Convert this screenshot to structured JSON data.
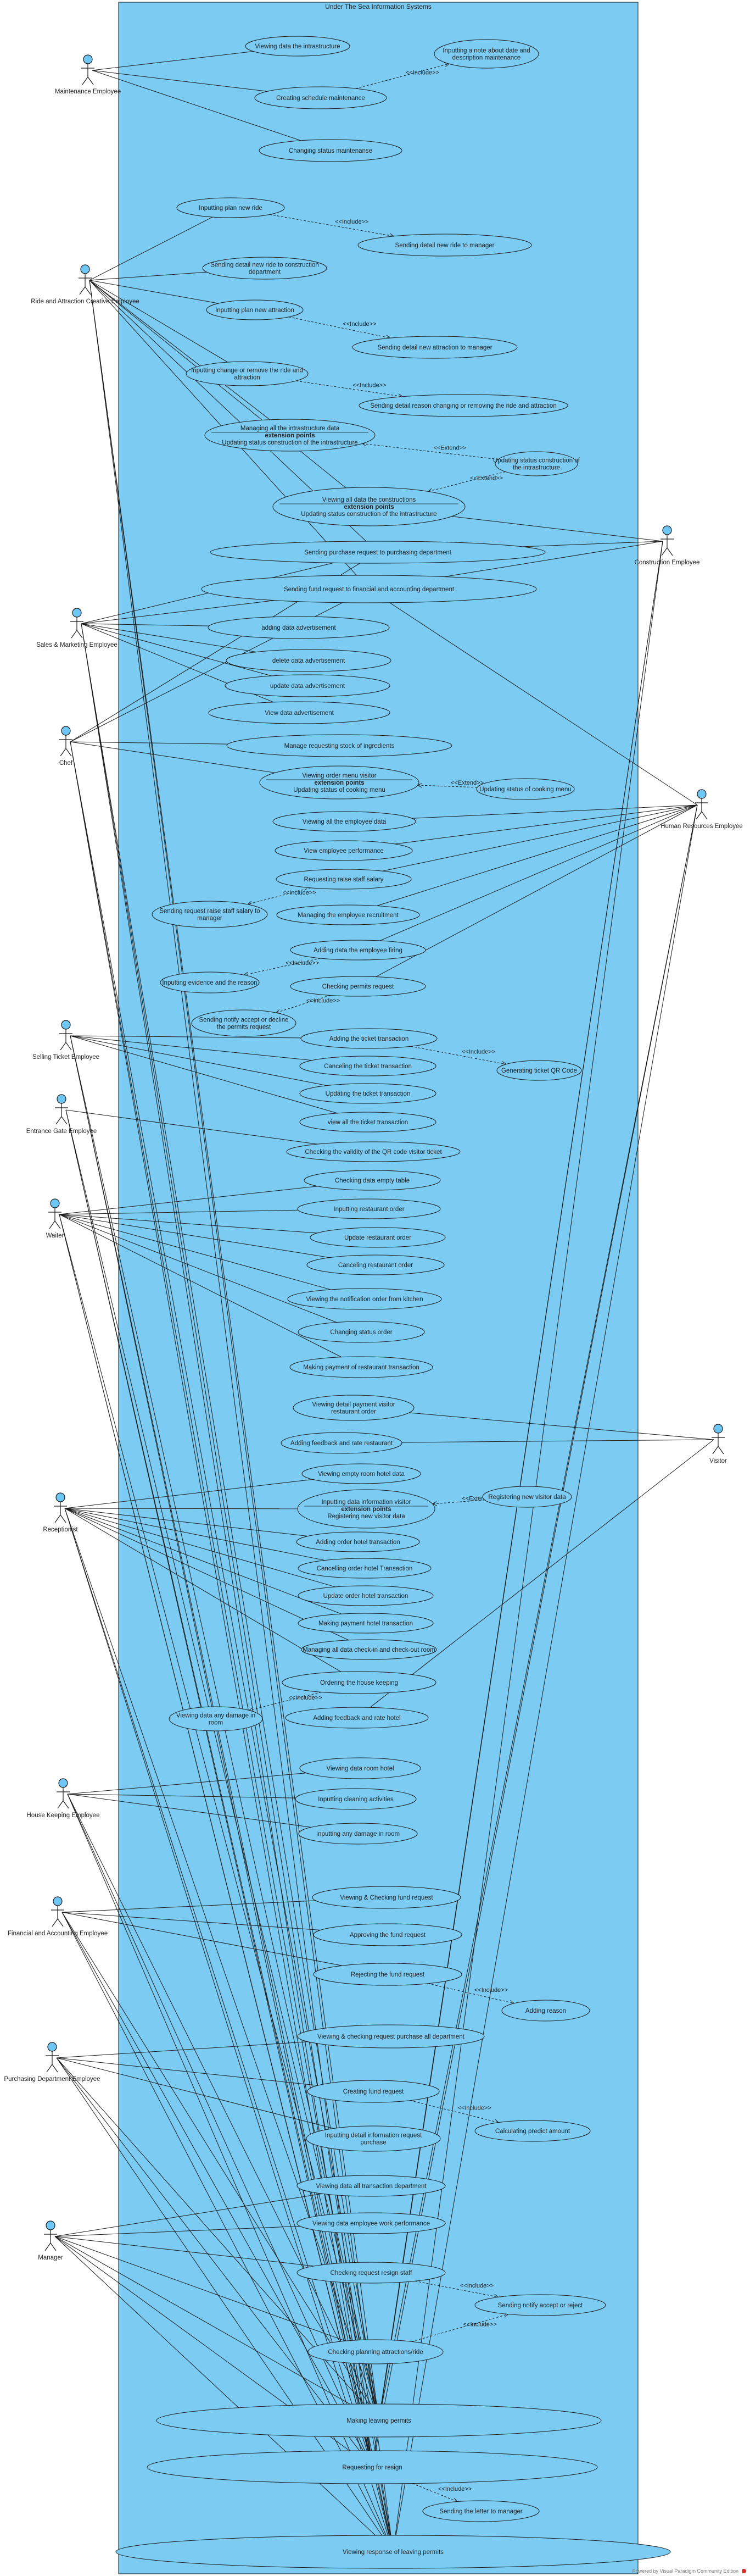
{
  "system_title": "Under The Sea Information Systems",
  "watermark": "Powered by Visual Paradigm Community Edition",
  "colors": {
    "system_fill": "#7ccbf2",
    "usecase_fill": "#7ccbf2",
    "line": "#1a1a1a",
    "actor_head": "#6ec6f5"
  },
  "actors": [
    {
      "id": "maint",
      "name": "Maintenance Employee"
    },
    {
      "id": "rides",
      "name": "Ride and Attraction Creative Employee"
    },
    {
      "id": "const",
      "name": "Construction Employee"
    },
    {
      "id": "sales",
      "name": "Sales & Marketing Employee"
    },
    {
      "id": "chef",
      "name": "Chef"
    },
    {
      "id": "hr",
      "name": "Human Resources Employee"
    },
    {
      "id": "ticket",
      "name": "Selling Ticket Employee"
    },
    {
      "id": "gate",
      "name": "Entrance Gate Employee"
    },
    {
      "id": "waiter",
      "name": "Waiter"
    },
    {
      "id": "visitor",
      "name": "Visitor"
    },
    {
      "id": "recep",
      "name": "Receptionist"
    },
    {
      "id": "house",
      "name": "House Keeping Employee"
    },
    {
      "id": "fin",
      "name": "Financial and Accounting Employee"
    },
    {
      "id": "purch",
      "name": "Purchasing Department Employee"
    },
    {
      "id": "mgr",
      "name": "Manager"
    }
  ],
  "use_cases": [
    {
      "id": "u1",
      "lines": [
        "Viewing data the intrastructure"
      ]
    },
    {
      "id": "u2",
      "lines": [
        "Inputting a note about date and",
        "description maintenance"
      ]
    },
    {
      "id": "u3",
      "lines": [
        "Creating schedule maintenance"
      ]
    },
    {
      "id": "u4",
      "lines": [
        "Changing status maintenanse"
      ]
    },
    {
      "id": "u5",
      "lines": [
        "Inputting plan new ride"
      ]
    },
    {
      "id": "u6",
      "lines": [
        "Sending detail new ride to manager"
      ]
    },
    {
      "id": "u7",
      "lines": [
        "Sending detail new ride to construction",
        "department"
      ]
    },
    {
      "id": "u8",
      "lines": [
        "Inputting plan new attraction"
      ]
    },
    {
      "id": "u9",
      "lines": [
        "Sending detail new attraction to manager"
      ]
    },
    {
      "id": "u10",
      "lines": [
        "Inputting change or remove the ride and",
        "attraction"
      ]
    },
    {
      "id": "u11",
      "lines": [
        "Sending detail reason changing or removing the ride and attraction"
      ]
    },
    {
      "id": "u12",
      "lines": [
        "Managing all the intrastructure data"
      ],
      "ext_title": "extension points",
      "ext_lines": [
        "Updating status construction of the intrastructure"
      ]
    },
    {
      "id": "u13",
      "lines": [
        "Updating status construction of",
        "the intrastructure"
      ]
    },
    {
      "id": "u14",
      "lines": [
        "Viewing all data the constructions"
      ],
      "ext_title": "extension points",
      "ext_lines": [
        "Updating status construction of the intrastructure"
      ]
    },
    {
      "id": "u15",
      "lines": [
        "Sending purchase request to purchasing department"
      ]
    },
    {
      "id": "u16",
      "lines": [
        "Sending fund request to financial and accounting department"
      ]
    },
    {
      "id": "u17",
      "lines": [
        "adding data advertisement"
      ]
    },
    {
      "id": "u18",
      "lines": [
        "delete data advertisement"
      ]
    },
    {
      "id": "u19",
      "lines": [
        "update data advertisement"
      ]
    },
    {
      "id": "u20",
      "lines": [
        "View data advertisement"
      ]
    },
    {
      "id": "u21",
      "lines": [
        "Manage requesting stock of ingredients"
      ]
    },
    {
      "id": "u22",
      "lines": [
        "Viewing order menu visitor"
      ],
      "ext_title": "extension points",
      "ext_lines": [
        "Updating status of cooking menu"
      ]
    },
    {
      "id": "u23",
      "lines": [
        "Updating status of cooking menu"
      ]
    },
    {
      "id": "u24",
      "lines": [
        "Viewing all the employee data"
      ]
    },
    {
      "id": "u25",
      "lines": [
        "View employee performance"
      ]
    },
    {
      "id": "u26",
      "lines": [
        "Requesting raise staff salary"
      ]
    },
    {
      "id": "u27",
      "lines": [
        "Sending request raise staff salary to",
        "manager"
      ]
    },
    {
      "id": "u28",
      "lines": [
        "Managing the employee recruitment"
      ]
    },
    {
      "id": "u29",
      "lines": [
        "Adding data the employee firing"
      ]
    },
    {
      "id": "u30",
      "lines": [
        "Inputting evidence and the reason"
      ]
    },
    {
      "id": "u31",
      "lines": [
        "Checking permits request"
      ]
    },
    {
      "id": "u32",
      "lines": [
        "Sending notify accept or decline",
        "the permits request"
      ]
    },
    {
      "id": "u33",
      "lines": [
        "Adding the ticket transaction"
      ]
    },
    {
      "id": "u34",
      "lines": [
        "Generating ticket QR Code"
      ]
    },
    {
      "id": "u35",
      "lines": [
        "Canceling the ticket transaction"
      ]
    },
    {
      "id": "u36",
      "lines": [
        "Updating the ticket transaction"
      ]
    },
    {
      "id": "u37",
      "lines": [
        "view all the ticket transaction"
      ]
    },
    {
      "id": "u38",
      "lines": [
        "Checking the validity of the QR code visitor ticket"
      ]
    },
    {
      "id": "u39",
      "lines": [
        "Checking data empty table"
      ]
    },
    {
      "id": "u40",
      "lines": [
        "Inputting restaurant order"
      ]
    },
    {
      "id": "u41",
      "lines": [
        "Update restaurant order"
      ]
    },
    {
      "id": "u42",
      "lines": [
        "Canceling restaurant order"
      ]
    },
    {
      "id": "u43",
      "lines": [
        "Viewing the notification order from kitchen"
      ]
    },
    {
      "id": "u44",
      "lines": [
        "Changing status order"
      ]
    },
    {
      "id": "u45",
      "lines": [
        "Making payment of restaurant transaction"
      ]
    },
    {
      "id": "u46",
      "lines": [
        "Viewing detail payment visitor",
        "restaurant order"
      ]
    },
    {
      "id": "u47",
      "lines": [
        "Adding feedback and rate restaurant"
      ]
    },
    {
      "id": "u48",
      "lines": [
        "Viewing empty room hotel data"
      ]
    },
    {
      "id": "u49",
      "lines": [
        "Inputting data information visitor"
      ],
      "ext_title": "extension points",
      "ext_lines": [
        "Registering new visitor data"
      ]
    },
    {
      "id": "u50",
      "lines": [
        "Registering new visitor data"
      ]
    },
    {
      "id": "u51",
      "lines": [
        "Adding order hotel transaction"
      ]
    },
    {
      "id": "u52",
      "lines": [
        "Cancelling order hotel Transaction"
      ]
    },
    {
      "id": "u53",
      "lines": [
        "Update order hotel transaction"
      ]
    },
    {
      "id": "u54",
      "lines": [
        "Making payment hotel transaction"
      ]
    },
    {
      "id": "u55",
      "lines": [
        "Managing all data check-in and check-out room"
      ]
    },
    {
      "id": "u56",
      "lines": [
        "Ordering the house keeping"
      ]
    },
    {
      "id": "u57",
      "lines": [
        "Viewing data any damage in",
        "room"
      ]
    },
    {
      "id": "u58",
      "lines": [
        "Adding feedback and rate hotel"
      ]
    },
    {
      "id": "u59",
      "lines": [
        "Viewing data room hotel"
      ]
    },
    {
      "id": "u60",
      "lines": [
        "Inputting cleaning activities"
      ]
    },
    {
      "id": "u61",
      "lines": [
        "Inputting any damage in room"
      ]
    },
    {
      "id": "u62",
      "lines": [
        "Viewing & Checking fund request"
      ]
    },
    {
      "id": "u63",
      "lines": [
        "Approving the fund request"
      ]
    },
    {
      "id": "u64",
      "lines": [
        "Rejecting the fund request"
      ]
    },
    {
      "id": "u65",
      "lines": [
        "Adding reason"
      ]
    },
    {
      "id": "u66",
      "lines": [
        "Viewing & checking request purchase all department"
      ]
    },
    {
      "id": "u67",
      "lines": [
        "Creating fund request"
      ]
    },
    {
      "id": "u68",
      "lines": [
        "Calculating predict amount"
      ]
    },
    {
      "id": "u69",
      "lines": [
        "Inputting detail information request",
        "purchase"
      ]
    },
    {
      "id": "u70",
      "lines": [
        "Viewing data all transaction department"
      ]
    },
    {
      "id": "u71",
      "lines": [
        "Viewing data employee work performance"
      ]
    },
    {
      "id": "u72",
      "lines": [
        "Checking request resign staff"
      ]
    },
    {
      "id": "u73",
      "lines": [
        "Sending notify accept or reject"
      ]
    },
    {
      "id": "u74",
      "lines": [
        "Checking planning attractions/ride"
      ]
    },
    {
      "id": "u75",
      "lines": [
        "Making leaving permits"
      ]
    },
    {
      "id": "u76",
      "lines": [
        "Requesting for resign"
      ]
    },
    {
      "id": "u77",
      "lines": [
        "Sending the letter to manager"
      ]
    },
    {
      "id": "u78",
      "lines": [
        "Viewing response of leaving permits"
      ]
    }
  ],
  "relationships": [
    {
      "id": "r1",
      "label": "<<Include>>"
    },
    {
      "id": "r2",
      "label": "<<Include>>"
    },
    {
      "id": "r3",
      "label": "<<Include>>"
    },
    {
      "id": "r4",
      "label": "<<Include>>"
    },
    {
      "id": "r5",
      "label": "<<Extend>>"
    },
    {
      "id": "r6",
      "label": "<<Extend>>"
    },
    {
      "id": "r7",
      "label": "<<Extend>>"
    },
    {
      "id": "r8",
      "label": "<<Include>>"
    },
    {
      "id": "r9",
      "label": "<<Include>>"
    },
    {
      "id": "r10",
      "label": "<<Include>>"
    },
    {
      "id": "r11",
      "label": "<<Include>>"
    },
    {
      "id": "r12",
      "label": "<<Extend>>"
    },
    {
      "id": "r13",
      "label": "<<Include>>"
    },
    {
      "id": "r14",
      "label": "<<Include>>"
    },
    {
      "id": "r15",
      "label": "<<Include>>"
    },
    {
      "id": "r16",
      "label": "<<Include>>"
    },
    {
      "id": "r17",
      "label": "<<Include>>"
    },
    {
      "id": "r18",
      "label": "<<Include>>"
    }
  ]
}
